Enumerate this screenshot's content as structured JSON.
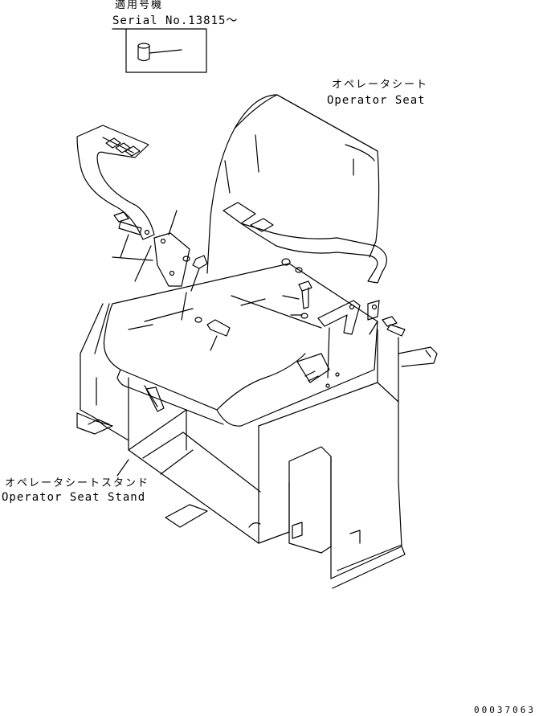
{
  "serial_box": {
    "title_jp": "適用号機",
    "serial": "Serial No.13815～"
  },
  "labels": {
    "seat_jp": "オペレータシート",
    "seat_en": "Operator Seat",
    "stand_jp": "オペレータシートスタンド",
    "stand_en": "Operator Seat Stand"
  },
  "drawing_number": "00037063"
}
